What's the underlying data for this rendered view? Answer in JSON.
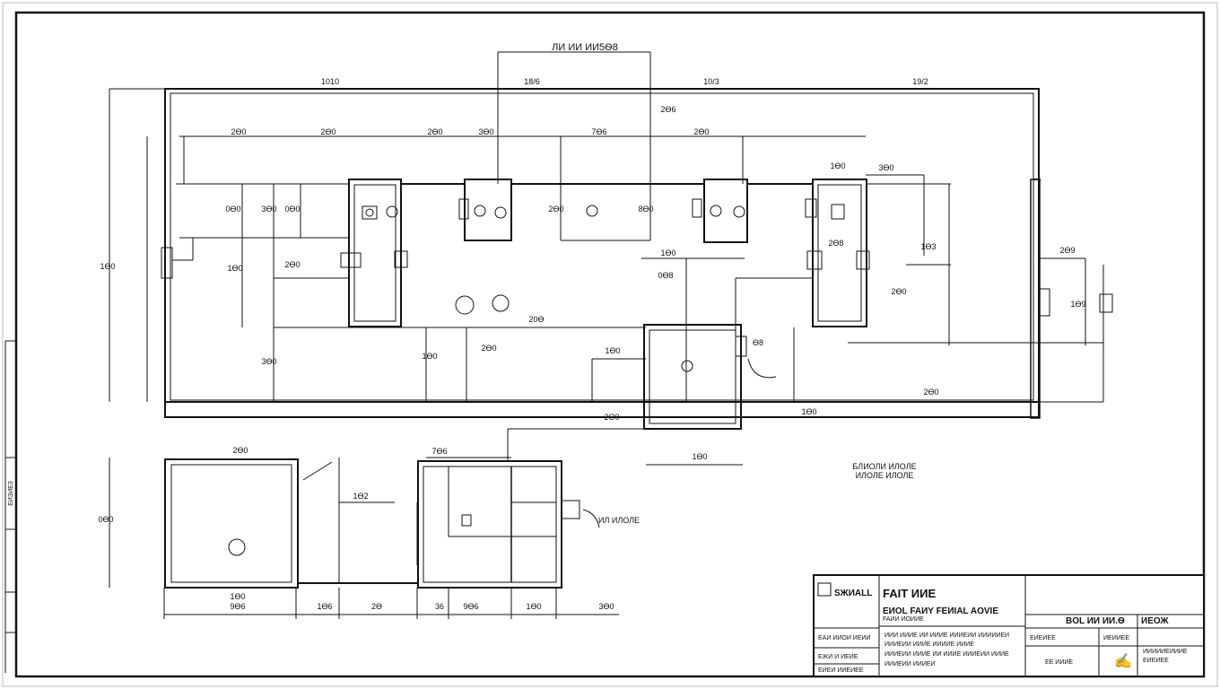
{
  "drawing": {
    "top_title": "ЛИ ИИ ИИ5Ѳ8",
    "dims_top": [
      "1010",
      "18/6",
      "10/3",
      "19/2"
    ],
    "dims_row2": [
      "2Ѳ0",
      "2Ѳ0",
      "2Ѳ0",
      "3Ѳ0",
      "7Ѳ6",
      "2Ѳ0"
    ],
    "dims_misc": [
      "2Ѳ6",
      "1Ѳ0",
      "3Ѳ0",
      "2Ѳ8",
      "1Ѳ0",
      "0Ѳ8",
      "2Ѳ0"
    ],
    "dims_left": [
      "0Ѳ0",
      "3Ѳ0",
      "1Ѳ0",
      "2Ѳ0",
      "0Ѳ0",
      "3Ѳ0",
      "1Ѳ0"
    ],
    "dims_mid": [
      "2Ѳ0",
      "8Ѳ0",
      "1Ѳ0",
      "2Ѳ0",
      "1Ѳ0",
      "20Ѳ",
      "Ѳ8"
    ],
    "dims_bottom_plan": [
      "0Ѳ0",
      "1Ѳ0",
      "9Ѳ6",
      "1Ѳ6",
      "2Ѳ",
      "36",
      "9Ѳ6",
      "2Ѳ0",
      "1Ѳ2",
      "1Ѳ0",
      "3Ѳ0",
      "7Ѳ6"
    ],
    "dims_right": [
      "1Ѳ0",
      "2Ѳ0",
      "1Ѳ0",
      "2Ѳ0",
      "1Ѳ3",
      "2Ѳ9",
      "1Ѳ9"
    ],
    "notes": [
      "БЛИОЛИ ИЛОЛЕ",
      "ИЛОЛЕ ИЛОЛЕ",
      "ИЛ ИЛОЛЕ"
    ],
    "left_strip_label": "ЕИЗИЕЗ"
  },
  "title_block": {
    "logo_text": "SЖИALL",
    "title": "FAIT ИИЕ",
    "subtitle": "EИОL FAИY FЕИIAL AOVIЕ",
    "subtitle2": "FAИИ ИОИИЕ",
    "rows_left": [
      "ЕАИ ИИОИ ИЕИИ",
      "ЕЖИ И ИЕИЕ"
    ],
    "notes_lines": [
      "ИИИ ИИИЕ ИИ ИИИЕ ИИИЕИИ ИИИИИЕИ",
      "ИИИЕИИ ИИИЕ ИИИИЕ ИИИЕ",
      "ИИИЕИИ ИИИЕ ИИ ИИИЕ ИИИЕИИ ИИИЕ",
      "ИИИЕИИ ИИИЕИ"
    ],
    "sheet_label": "BOL ИИ ИИ.Ѳ",
    "sheet_code": "ИЕОЖ",
    "cell_a": "ЕИЕИЕЕ",
    "cell_b": "ИЕИИЕЕ",
    "cell_c": "ЕЕ ИИИЕ",
    "cell_d": "ЕИЕИ ИИЕИЕЕ",
    "cell_e": "ИИИИИЕИИИЕ"
  }
}
